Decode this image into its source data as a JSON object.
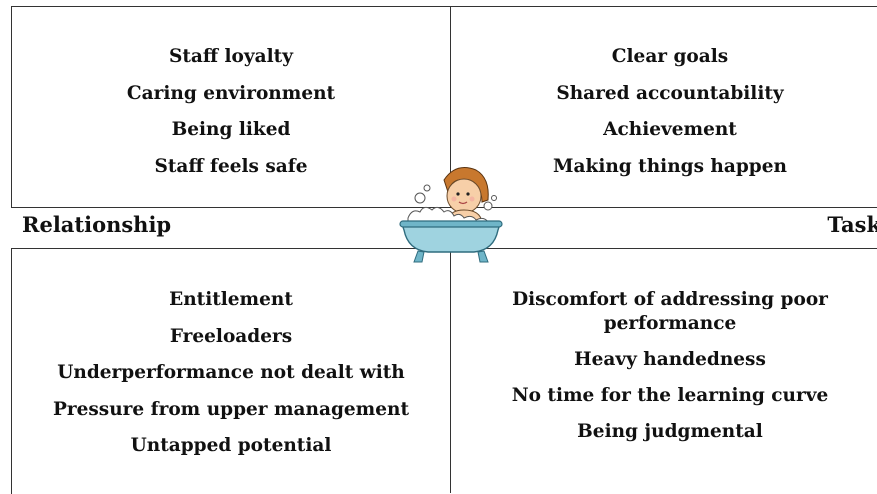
{
  "axis": {
    "left_label": "Relationship",
    "right_label": "Task"
  },
  "quadrants": {
    "top_left": [
      "Staff loyalty",
      "Caring environment",
      "Being liked",
      "Staff feels safe"
    ],
    "top_right": [
      "Clear goals",
      "Shared accountability",
      "Achievement",
      "Making things happen"
    ],
    "bottom_left": [
      "Entitlement",
      "Freeloaders",
      "Underperformance not dealt with",
      "Pressure from upper management",
      "Untapped potential"
    ],
    "bottom_right": [
      "Discomfort of addressing poor\nperformance",
      "Heavy handedness",
      "No time for the learning curve",
      "Being judgmental"
    ]
  },
  "center_image": {
    "icon": "baby-in-bathtub-icon"
  },
  "colors": {
    "tub": "#9fd3e0",
    "tub_rim": "#6fb5c8",
    "skin": "#f7cfa8",
    "hair": "#c8782e",
    "text": "#111111"
  }
}
